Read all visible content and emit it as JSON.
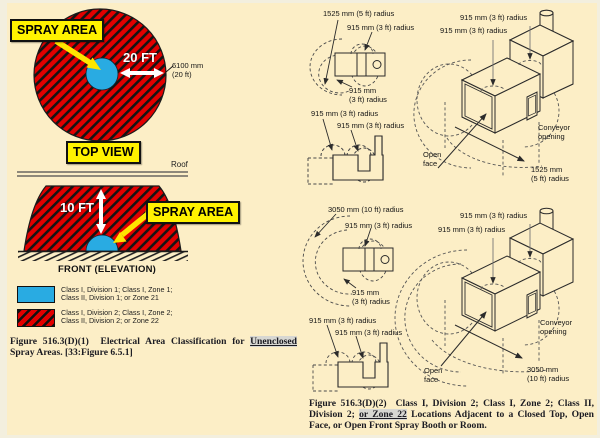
{
  "colors": {
    "page_background": "#fceec6",
    "margin": "#f3efde",
    "zone_division1_blue": "#29abe2",
    "zone_division2_red": "#e10000",
    "callout_yellow": "#fff200",
    "line": "#2b2b2b"
  },
  "left": {
    "spray_area_top": "SPRAY AREA",
    "top_view": "TOP VIEW",
    "radius_ft_label": "20 FT",
    "radius_mm_line1": "6100 mm",
    "radius_mm_line2": "(20 ft)",
    "roof": "Roof",
    "height_label": "10 FT",
    "spray_area_front": "SPRAY AREA",
    "front_view": "FRONT (ELEVATION)",
    "legend": [
      {
        "color": "#29abe2",
        "line1": "Class I, Division 1; Class I, Zone 1;",
        "line2": "Class II, Division 1; or Zone 21"
      },
      {
        "color": "#e10000",
        "line1": "Class I, Division 2; Class I, Zone 2;",
        "line2": "Class II, Division 2; or Zone 22"
      }
    ],
    "caption": {
      "figure": "Figure 516.3(D)(1)",
      "pre": "Electrical Area Classification for",
      "marked": "Unenclosed",
      "post": "Spray Areas. [33:Figure 6.5.1]"
    }
  },
  "right": {
    "top": {
      "plan_radius_large": "1525 mm (5 ft) radius",
      "plan_radius_small": "915 mm (3 ft) radius",
      "plan_radius_lower_1": "915 mm",
      "plan_radius_lower_2": "(3 ft) radius",
      "iso_radius_1": "915 mm (3 ft) radius",
      "iso_radius_2": "915 mm (3 ft) radius",
      "elev_radius_1": "915 mm (3 ft) radius",
      "elev_radius_2": "915 mm (3 ft) radius",
      "open_face_1": "Open",
      "open_face_2": "face",
      "conveyor_1": "Conveyor",
      "conveyor_2": "opening",
      "large_radius_1": "1525 mm",
      "large_radius_2": "(5 ft) radius"
    },
    "bottom": {
      "plan_radius_large": "3050 mm (10 ft) radius",
      "plan_radius_small": "915 mm (3 ft) radius",
      "plan_radius_lower_1": "915 mm",
      "plan_radius_lower_2": "(3 ft) radius",
      "iso_radius_1": "915 mm (3 ft) radius",
      "iso_radius_2": "915 mm (3 ft) radius",
      "elev_radius_1": "915 mm (3 ft) radius",
      "elev_radius_2": "915 mm (3 ft) radius",
      "open_face_1": "Open",
      "open_face_2": "face",
      "conveyor_1": "Conveyor",
      "conveyor_2": "opening",
      "large_radius_1": "3050 mm",
      "large_radius_2": "(10 ft) radius"
    },
    "caption": {
      "figure": "Figure 516.3(D)(2)",
      "pre": "Class I, Division 2; Class I, Zone 2; Class II, Division 2;",
      "marked": "or Zone 22",
      "post": "Locations Adjacent to a Closed Top, Open Face, or Open Front Spray Booth or Room."
    }
  }
}
